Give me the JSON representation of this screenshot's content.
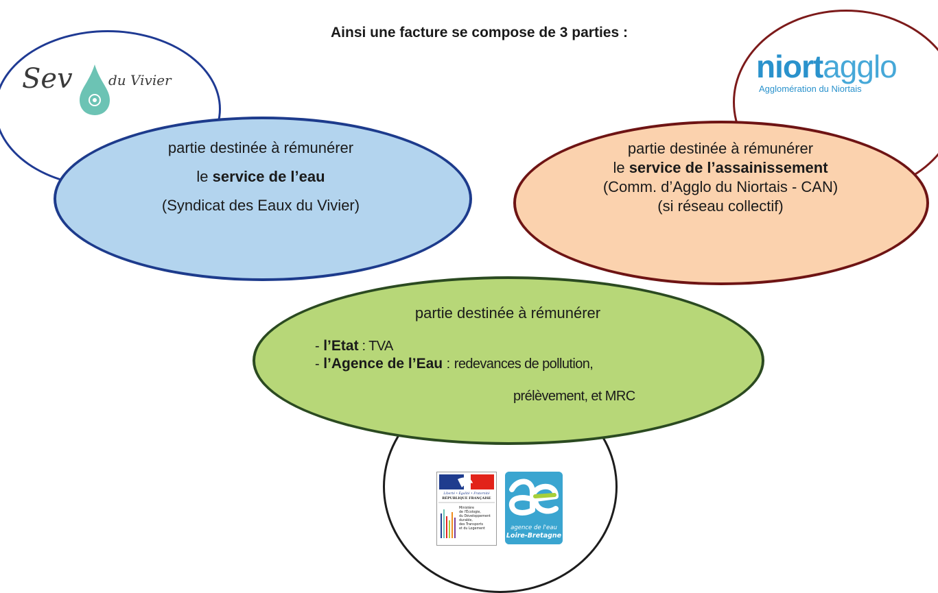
{
  "title": "Ainsi une facture se compose de 3 parties :",
  "blue_part": {
    "line1": "partie destinée à rémunérer",
    "line2_prefix": "le ",
    "line2_bold": "service de l’eau",
    "line3": "(Syndicat des Eaux du Vivier)"
  },
  "peach_part": {
    "line1": "partie destinée à rémunérer",
    "line2_prefix": "le ",
    "line2_bold": "service de l’assainissement",
    "line3": "(Comm. d’Agglo du Niortais - CAN)",
    "line4": "(si réseau collectif)"
  },
  "green_part": {
    "title": "partie destinée à rémunérer",
    "item1_bold": "l’Etat",
    "item1_rest": " : TVA",
    "item2_bold": "l’Agence de l’Eau",
    "item2_sep": " : ",
    "item2_rest": "redevances de pollution,",
    "item2_cont": "prélèvement, et MRC"
  },
  "logos": {
    "sev_text_big": "Sev",
    "sev_text_small": "du Vivier",
    "niort_bold": "niort",
    "niort_light": "agglo",
    "niort_sub": "Agglomération du Niortais",
    "rf_motto": "Liberté • Égalité • Fraternité",
    "rf_name": "RÉPUBLIQUE FRANÇAISE",
    "rf_ministry": [
      "Ministère",
      "de l'Écologie,",
      "du Développement",
      "durable,",
      "des Transports",
      "et du Logement"
    ],
    "ae_line1": "agence de l'eau",
    "ae_line2": "Loire-Bretagne"
  },
  "colors": {
    "blue_fill": "#b3d4ee",
    "peach_fill": "#fbd2ae",
    "green_fill": "#b7d778",
    "niort_blue": "#2a92cc",
    "sev_teal": "#6cc3b4",
    "ae_blue": "#3aa5d0",
    "ae_green": "#a6cf3a"
  }
}
